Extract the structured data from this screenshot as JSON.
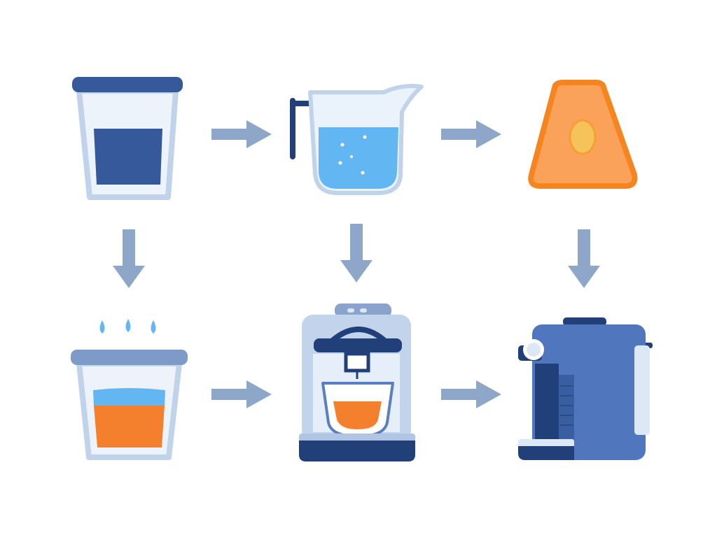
{
  "diagram": {
    "layout": "3x2 grid",
    "colors": {
      "background": "#ffffff",
      "arrow": "#8ea7c8",
      "navy": "#35599a",
      "dark_navy": "#213f78",
      "glass_outline": "#c0d3ea",
      "glass_fill": "#edf3fb",
      "water": "#62b6f2",
      "coffee_orange": "#f4802d",
      "cone_orange": "#f5861f",
      "bean_yellow": "#f6c25a",
      "machine_light": "#c2d4ec",
      "machine_blue": "#5077bd"
    },
    "steps": [
      {
        "icon": "lidded-glass-dark-liquid-icon"
      },
      {
        "icon": "measuring-jug-water-icon"
      },
      {
        "icon": "orange-cone-bean-icon"
      },
      {
        "icon": "steaming-glass-orange-liquid-icon"
      },
      {
        "icon": "espresso-machine-icon"
      },
      {
        "icon": "pod-coffee-maker-icon"
      }
    ],
    "connections": [
      {
        "from": 0,
        "to": 1,
        "direction": "right"
      },
      {
        "from": 1,
        "to": 2,
        "direction": "right"
      },
      {
        "from": 0,
        "to": 3,
        "direction": "down"
      },
      {
        "from": 1,
        "to": 4,
        "direction": "down"
      },
      {
        "from": 2,
        "to": 5,
        "direction": "down"
      },
      {
        "from": 3,
        "to": 4,
        "direction": "right"
      },
      {
        "from": 4,
        "to": 5,
        "direction": "right"
      }
    ]
  }
}
